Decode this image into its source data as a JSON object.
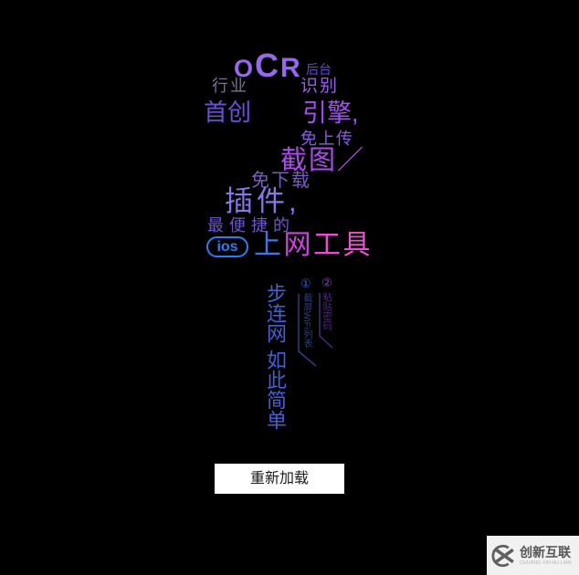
{
  "page": {
    "background": "#000000"
  },
  "wordcloud": {
    "ocr": {
      "letters": [
        "O",
        "C",
        "R"
      ],
      "color": "#9668ee"
    },
    "words": [
      {
        "text": "后台",
        "color": "#6b46c8"
      },
      {
        "text": "行业",
        "color": "#7b7095"
      },
      {
        "text": "识别",
        "color": "#9a5fe8"
      },
      {
        "text": "首创",
        "color": "#6e4fd8"
      },
      {
        "text": "引擎,",
        "color": "#a44ff0"
      },
      {
        "text": "免上传",
        "color": "#8a5ce0"
      },
      {
        "text": "截图／",
        "color": "#a94fe8"
      },
      {
        "text": "免下载",
        "color": "#7a5cc0"
      },
      {
        "text": "插件,",
        "color": "#8678e8"
      },
      {
        "text": "最便捷的",
        "color": "#6f55d0"
      }
    ],
    "ios_badge": {
      "text": "ios",
      "color": "#2e7cf0"
    },
    "net_tool": {
      "chars": [
        {
          "text": "上",
          "color": "#3a76ee"
        },
        {
          "text": "网",
          "color": "#cc44dd"
        },
        {
          "text": "工",
          "color": "#ea4cd4"
        },
        {
          "text": "具",
          "color": "#ee4ed2"
        }
      ]
    }
  },
  "vertical": {
    "line1": "步连网",
    "line2": "如此简单",
    "color": "#4161d4",
    "steps": [
      {
        "num": "①",
        "num_color": "#3b5cd8",
        "text": "截屏WiFi列表",
        "color": "#2c3f80"
      },
      {
        "num": "②",
        "num_color": "#8a3cb8",
        "text": "粘贴密码",
        "color": "#4a2878"
      }
    ]
  },
  "reload_button": {
    "label": "重新加载",
    "bg": "#ffffff",
    "text_color": "#1a1a1a"
  },
  "watermark": {
    "name": "创新互联",
    "subtitle": "CHUANG XIN HU LIAN",
    "bg": "#f1f1f1",
    "name_color": "#555555",
    "subtitle_color": "#b5b5b5",
    "icon_color": "#606060"
  }
}
